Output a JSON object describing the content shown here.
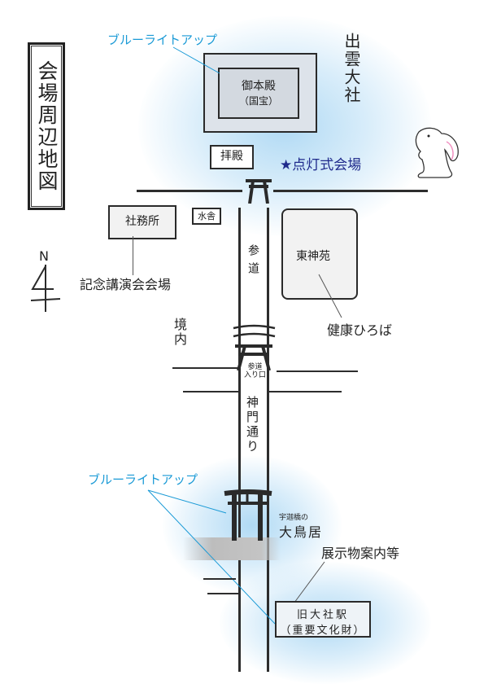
{
  "title": "会場周辺地図",
  "shrine_name": "出雲大社",
  "north": {
    "letter": "N",
    "icon": "north-arrow-icon"
  },
  "buildings": {
    "honden": {
      "line1": "御本殿",
      "line2": "（国宝）"
    },
    "haiden": "拝殿",
    "shamusho": "社務所",
    "chozuya": "水舎",
    "higashi_shinen": "東神苑",
    "old_station": {
      "line1": "旧大社駅",
      "line2": "（重要文化財）"
    }
  },
  "roads": {
    "sando": "参道",
    "sando_entrance": {
      "line1": "参道",
      "line2": "入り口"
    },
    "shinmon_dori": "神門通り",
    "keidai": "境内"
  },
  "torii": {
    "small_label": "宇迦橋の",
    "name": "大鳥居"
  },
  "callouts": {
    "blue_light_up_top": "ブルーライトアップ",
    "blue_light_up_bottom": "ブルーライトアップ",
    "lighting_ceremony": "★点灯式会場",
    "lecture_venue": "記念講演会会場",
    "health_plaza": "健康ひろば",
    "exhibits": "展示物案内等"
  },
  "colors": {
    "blue_label": "#1a9ad6",
    "ceremony_label": "#1f2a8c",
    "glow": "#b9def6",
    "ink": "#2a2a2a",
    "building_fill": "#d9dfe6",
    "rabbit_ear": "#f08fc0"
  }
}
